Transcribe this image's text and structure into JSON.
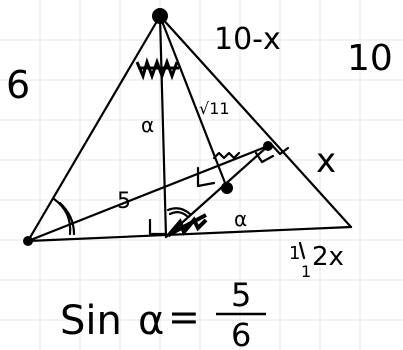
{
  "labels": {
    "top_left_number": "6",
    "top_expr": "10-x",
    "top_right_number": "10",
    "side_x": "x",
    "alpha_top": "α",
    "sqrt": "√11",
    "five": "5",
    "alpha_mid": "α",
    "bottom_right_1": "1",
    "bottom_right_2": "2x",
    "bottom_right_3": "1",
    "formula_left": "Sin",
    "formula_var": "α",
    "formula_eq": "=",
    "formula_num": "5",
    "formula_den": "6"
  },
  "colors": {
    "ink": "#000000",
    "grid": "#e6e6e6",
    "paper": "#ffffff"
  }
}
